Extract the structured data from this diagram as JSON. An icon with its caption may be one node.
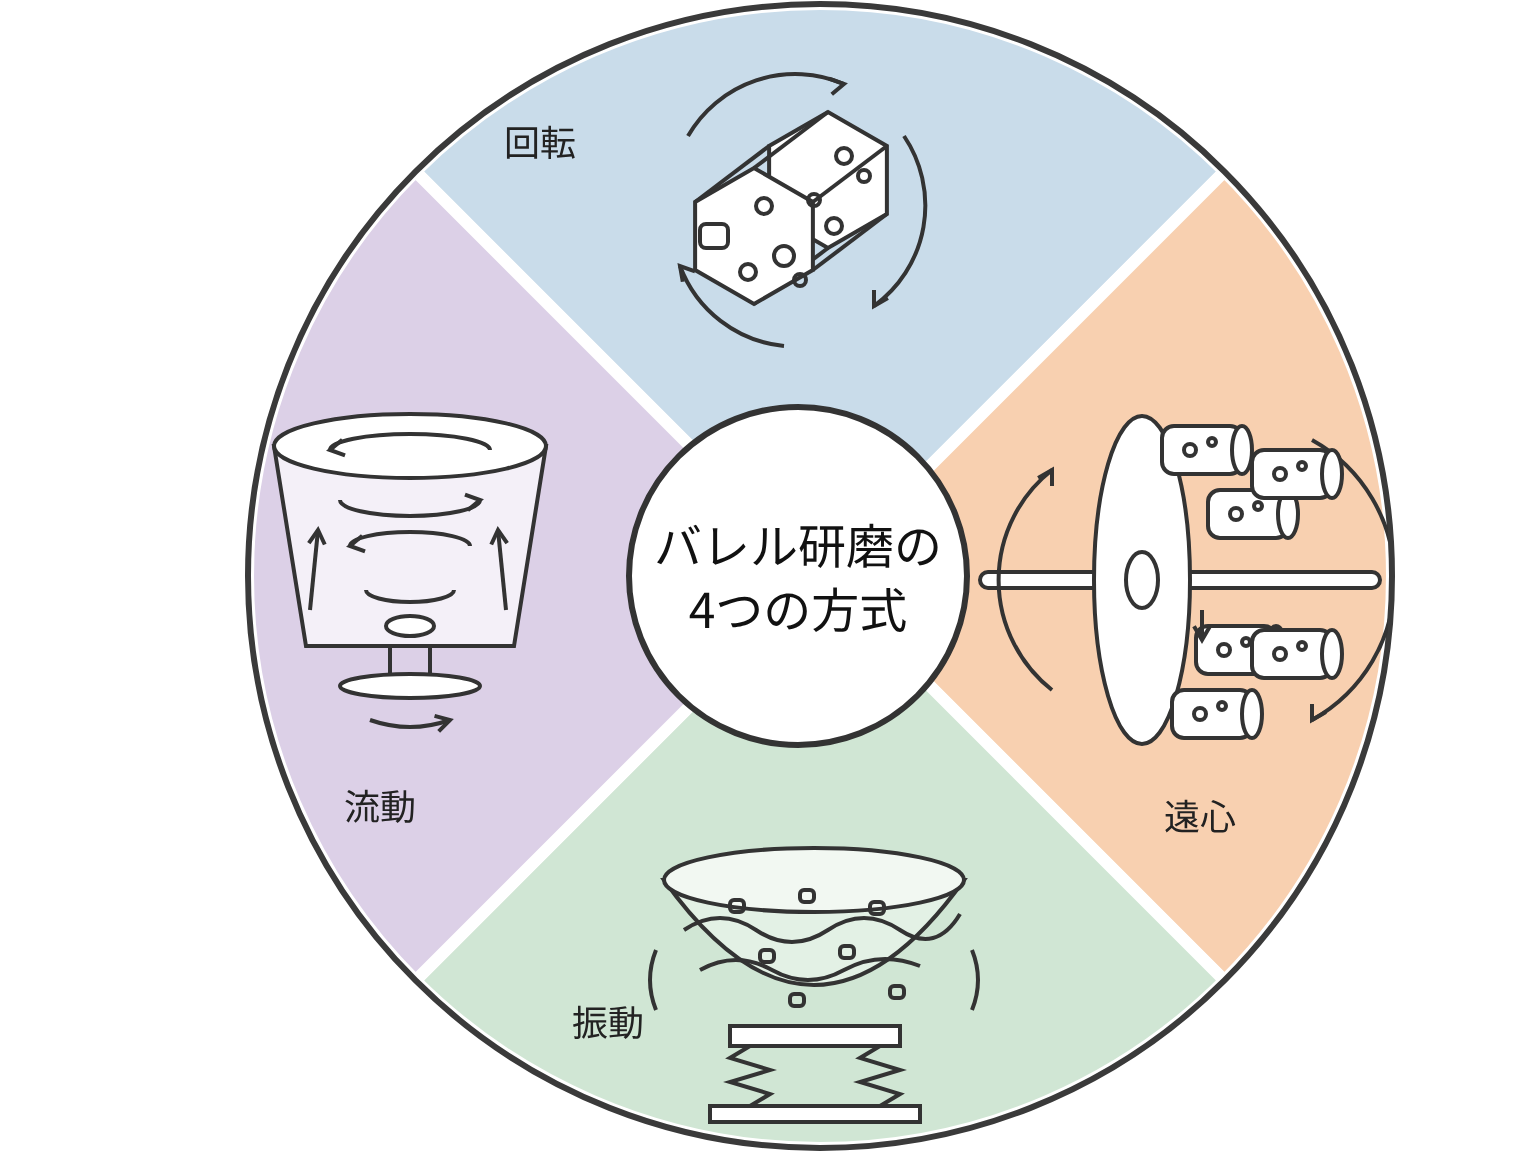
{
  "diagram": {
    "nodes": [
      {
        "text": [
          "バレル研磨の4つの方式"
        ]
      },
      {
        "text": [
          "回転"
        ]
      },
      {
        "text": [
          "遠心"
        ]
      },
      {
        "text": [
          "振動"
        ]
      },
      {
        "text": [
          "流動"
        ]
      }
    ]
  }
}
